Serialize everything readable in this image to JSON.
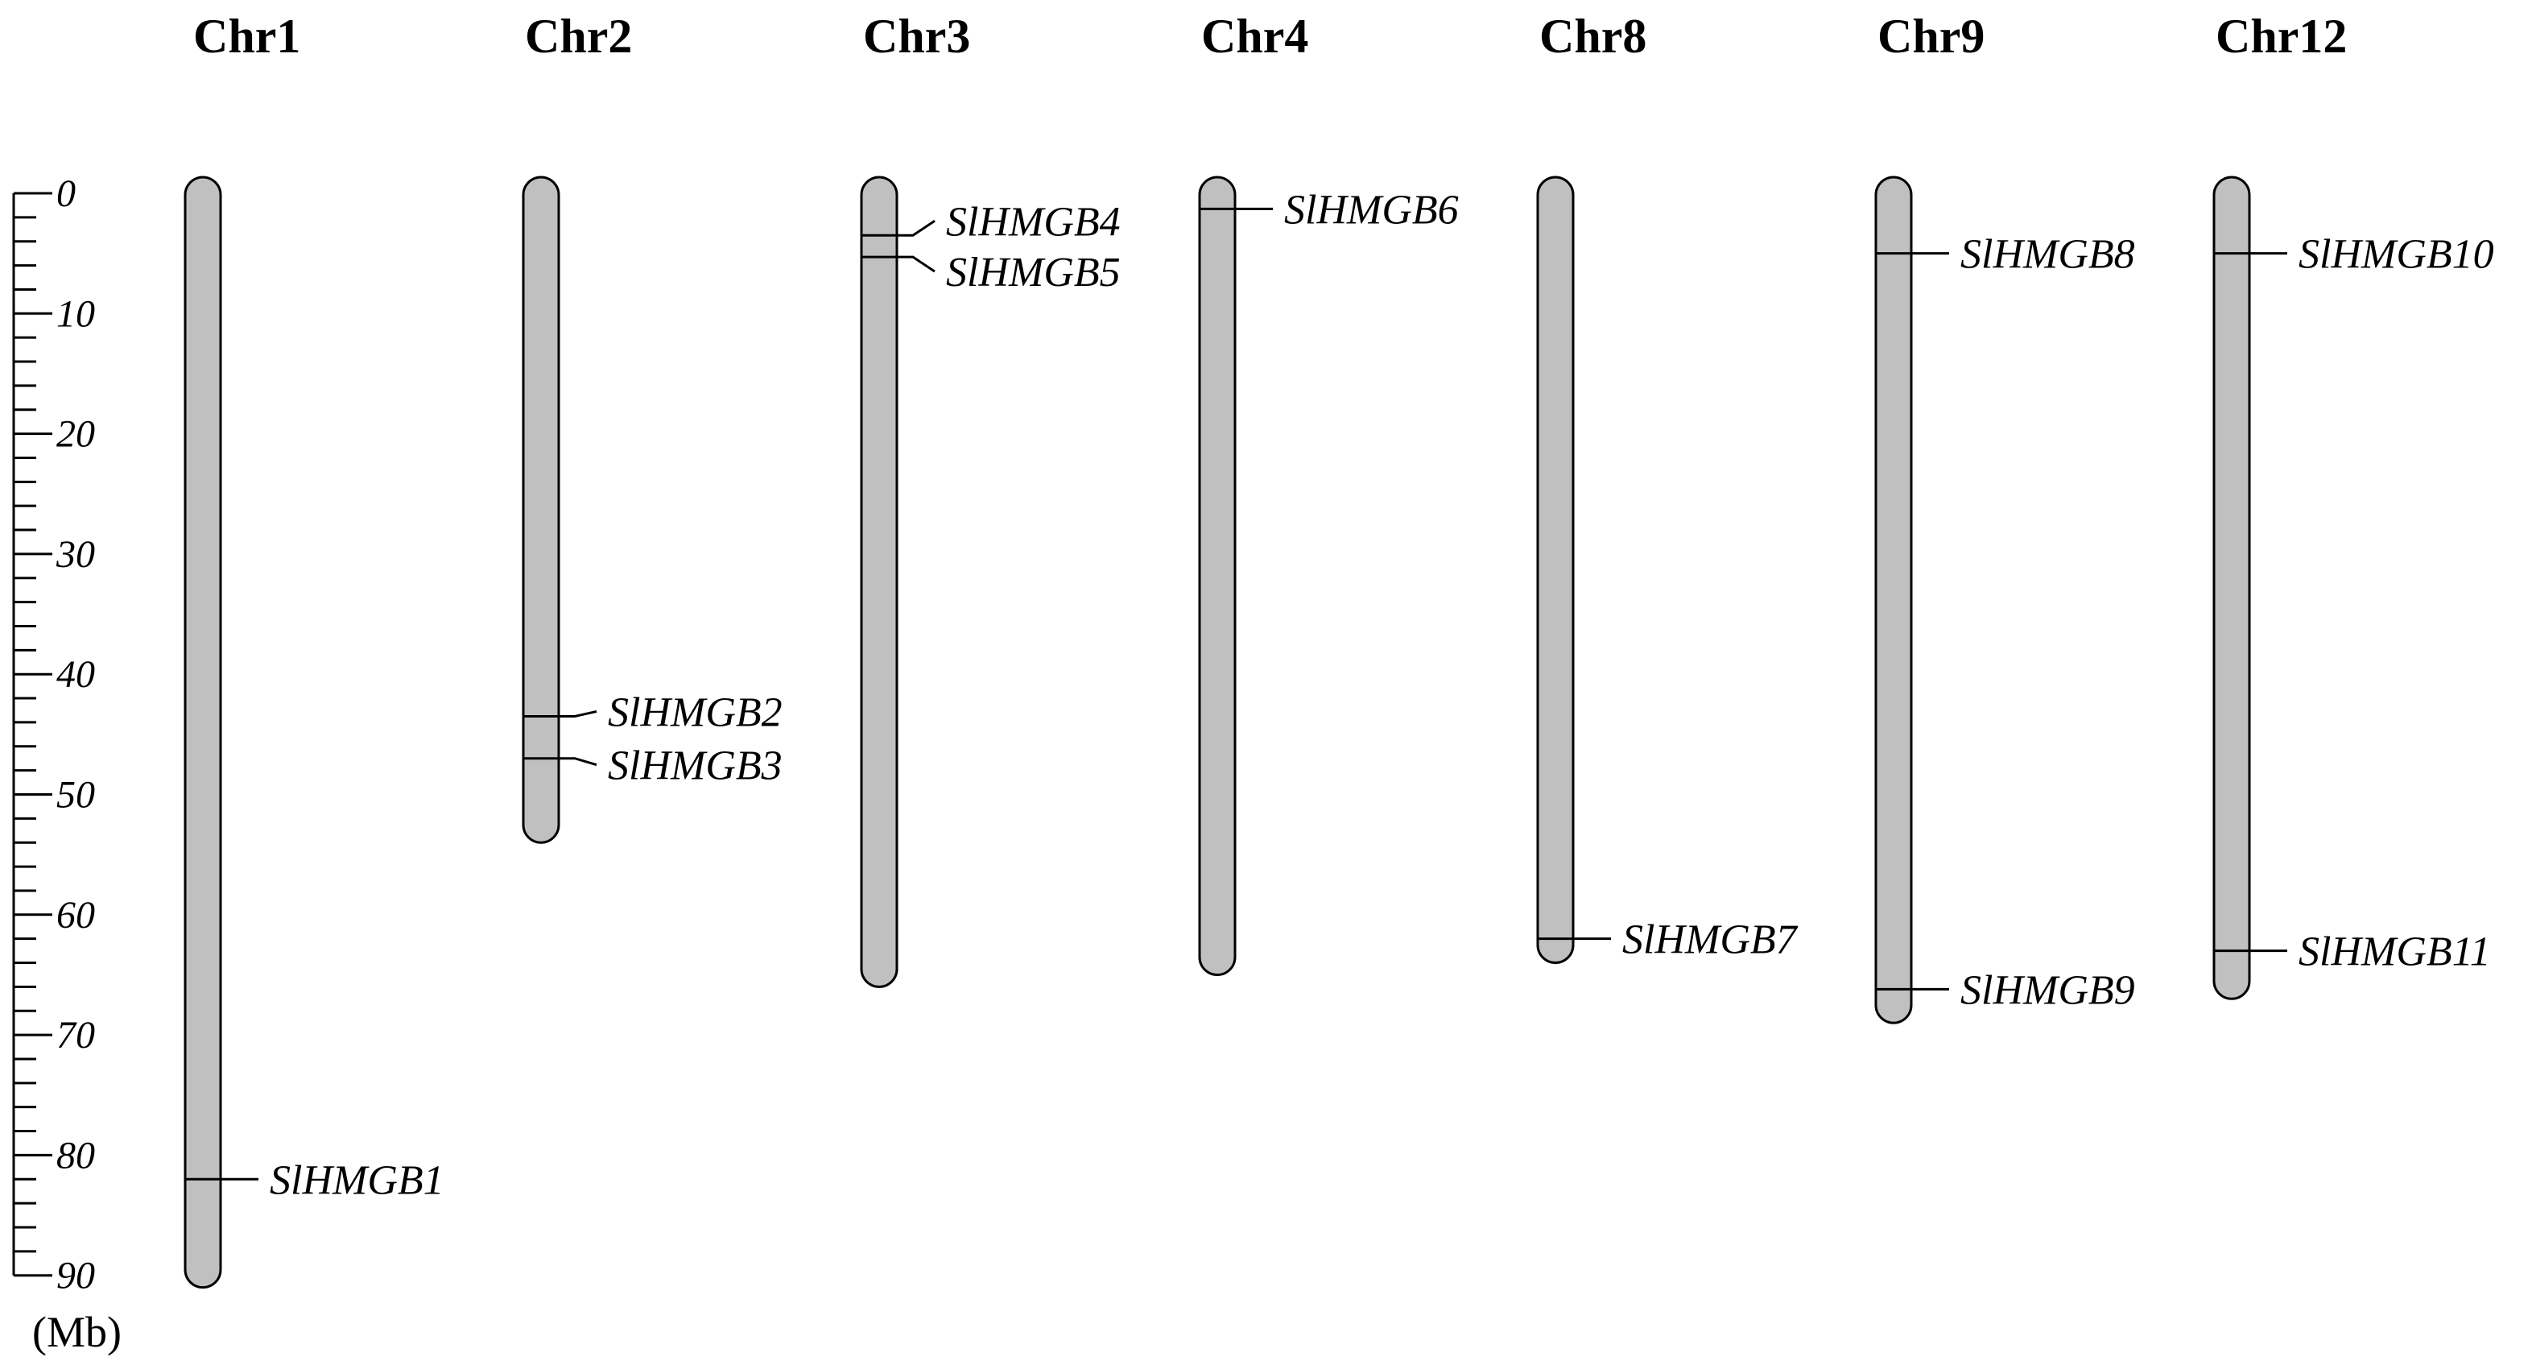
{
  "scale": {
    "unit_label": "(Mb)",
    "min": 0,
    "max": 90,
    "major_step": 10,
    "minor_step": 2,
    "tick_labels": [
      "0",
      "10",
      "20",
      "30",
      "40",
      "50",
      "60",
      "70",
      "80",
      "90"
    ]
  },
  "chromosomes": [
    {
      "name": "Chr1",
      "length": 91,
      "genes": [
        {
          "name": "SlHMGB1",
          "position": 82
        }
      ]
    },
    {
      "name": "Chr2",
      "length": 54,
      "genes": [
        {
          "name": "SlHMGB2",
          "position": 43.5
        },
        {
          "name": "SlHMGB3",
          "position": 47
        }
      ]
    },
    {
      "name": "Chr3",
      "length": 66,
      "genes": [
        {
          "name": "SlHMGB4",
          "position": 3.5
        },
        {
          "name": "SlHMGB5",
          "position": 5.3
        }
      ]
    },
    {
      "name": "Chr4",
      "length": 65,
      "genes": [
        {
          "name": "SlHMGB6",
          "position": 1.3
        }
      ]
    },
    {
      "name": "Chr8",
      "length": 64,
      "genes": [
        {
          "name": "SlHMGB7",
          "position": 62
        }
      ]
    },
    {
      "name": "Chr9",
      "length": 69,
      "genes": [
        {
          "name": "SlHMGB8",
          "position": 5
        },
        {
          "name": "SlHMGB9",
          "position": 66.2
        }
      ]
    },
    {
      "name": "Chr12",
      "length": 67,
      "genes": [
        {
          "name": "SlHMGB10",
          "position": 5
        },
        {
          "name": "SlHMGB11",
          "position": 63
        }
      ]
    }
  ],
  "colors": {
    "chromosome_fill": "#c0c0c0",
    "outline": "#000000"
  }
}
